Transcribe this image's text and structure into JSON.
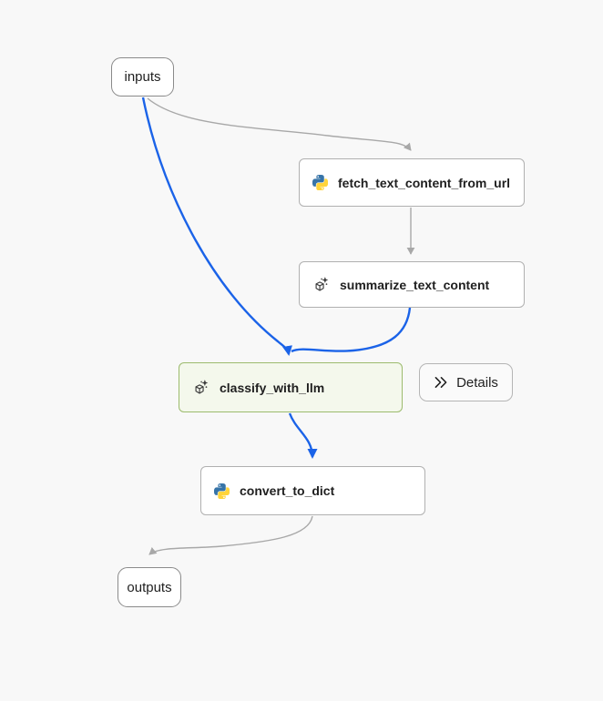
{
  "colors": {
    "canvas_bg": "#f8f8f8",
    "node_bg": "#ffffff",
    "node_border": "#b0b0b0",
    "terminal_border": "#8a8a8a",
    "selected_bg": "#f4f8ec",
    "selected_border": "#9cbb6d",
    "edge_gray": "#a8a8a8",
    "edge_blue": "#1b63e8",
    "button_bg": "#fafafa",
    "button_border": "#b5b5b5",
    "text": "#1f1f1f",
    "python_blue": "#3774a8",
    "python_yellow": "#ffd43b"
  },
  "nodes": {
    "inputs": {
      "label": "inputs",
      "type": "flow-input"
    },
    "fetch_text_content_from_url": {
      "label": "fetch_text_content_from_url",
      "icon": "python-icon",
      "type": "python-step"
    },
    "summarize_text_content": {
      "label": "summarize_text_content",
      "icon": "llm-icon",
      "type": "llm-step"
    },
    "classify_with_llm": {
      "label": "classify_with_llm",
      "icon": "llm-icon",
      "type": "llm-step",
      "selected": true
    },
    "convert_to_dict": {
      "label": "convert_to_dict",
      "icon": "python-icon",
      "type": "python-step"
    },
    "outputs": {
      "label": "outputs",
      "type": "flow-output"
    }
  },
  "edges": [
    {
      "from": "inputs",
      "to": "fetch_text_content_from_url",
      "color": "gray"
    },
    {
      "from": "inputs",
      "to": "classify_with_llm",
      "color": "blue"
    },
    {
      "from": "fetch_text_content_from_url",
      "to": "summarize_text_content",
      "color": "gray"
    },
    {
      "from": "summarize_text_content",
      "to": "classify_with_llm",
      "color": "blue"
    },
    {
      "from": "classify_with_llm",
      "to": "convert_to_dict",
      "color": "blue"
    },
    {
      "from": "convert_to_dict",
      "to": "outputs",
      "color": "gray"
    }
  ],
  "details_button": {
    "label": "Details",
    "icon": "double-chevron-right-icon"
  }
}
